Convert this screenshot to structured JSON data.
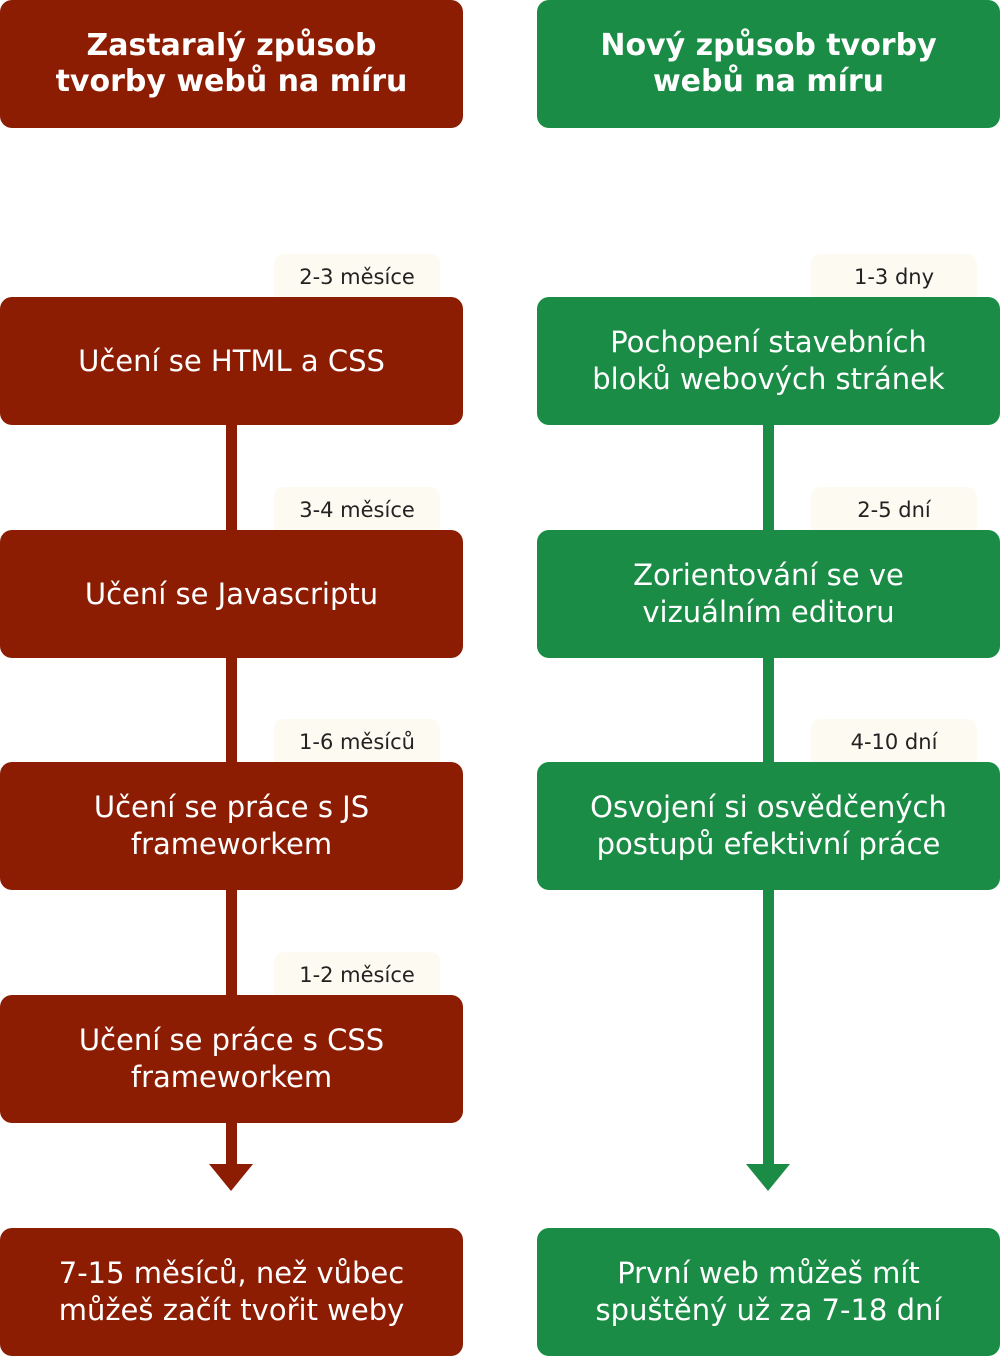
{
  "old_way": {
    "header": "Zastaralý způsob\ntvorby webů na míru",
    "steps": [
      {
        "duration": "2-3 měsíce",
        "label": "Učení se HTML a CSS"
      },
      {
        "duration": "3-4 měsíce",
        "label": "Učení se Javascriptu"
      },
      {
        "duration": "1-6 měsíců",
        "label": "Učení se práce s JS\nframeworkem"
      },
      {
        "duration": "1-2 měsíce",
        "label": "Učení se práce s CSS\nframeworkem"
      }
    ],
    "result": "7-15 měsíců, než vůbec\nmůžeš začít tvořit weby"
  },
  "new_way": {
    "header": "Nový způsob tvorby\nwebů na míru",
    "steps": [
      {
        "duration": "1-3 dny",
        "label": "Pochopení stavebních\nbloků webových stránek"
      },
      {
        "duration": "2-5 dní",
        "label": "Zorientování se ve\nvizuálním editoru"
      },
      {
        "duration": "4-10 dní",
        "label": "Osvojení si osvědčených\npostupů efektivní práce"
      }
    ],
    "result": "První web můžeš mít\nspuštěný už za 7-18 dní"
  },
  "colors": {
    "old": "#8c1c02",
    "new": "#1a8c45",
    "tag_bg": "#fdfaf1"
  }
}
